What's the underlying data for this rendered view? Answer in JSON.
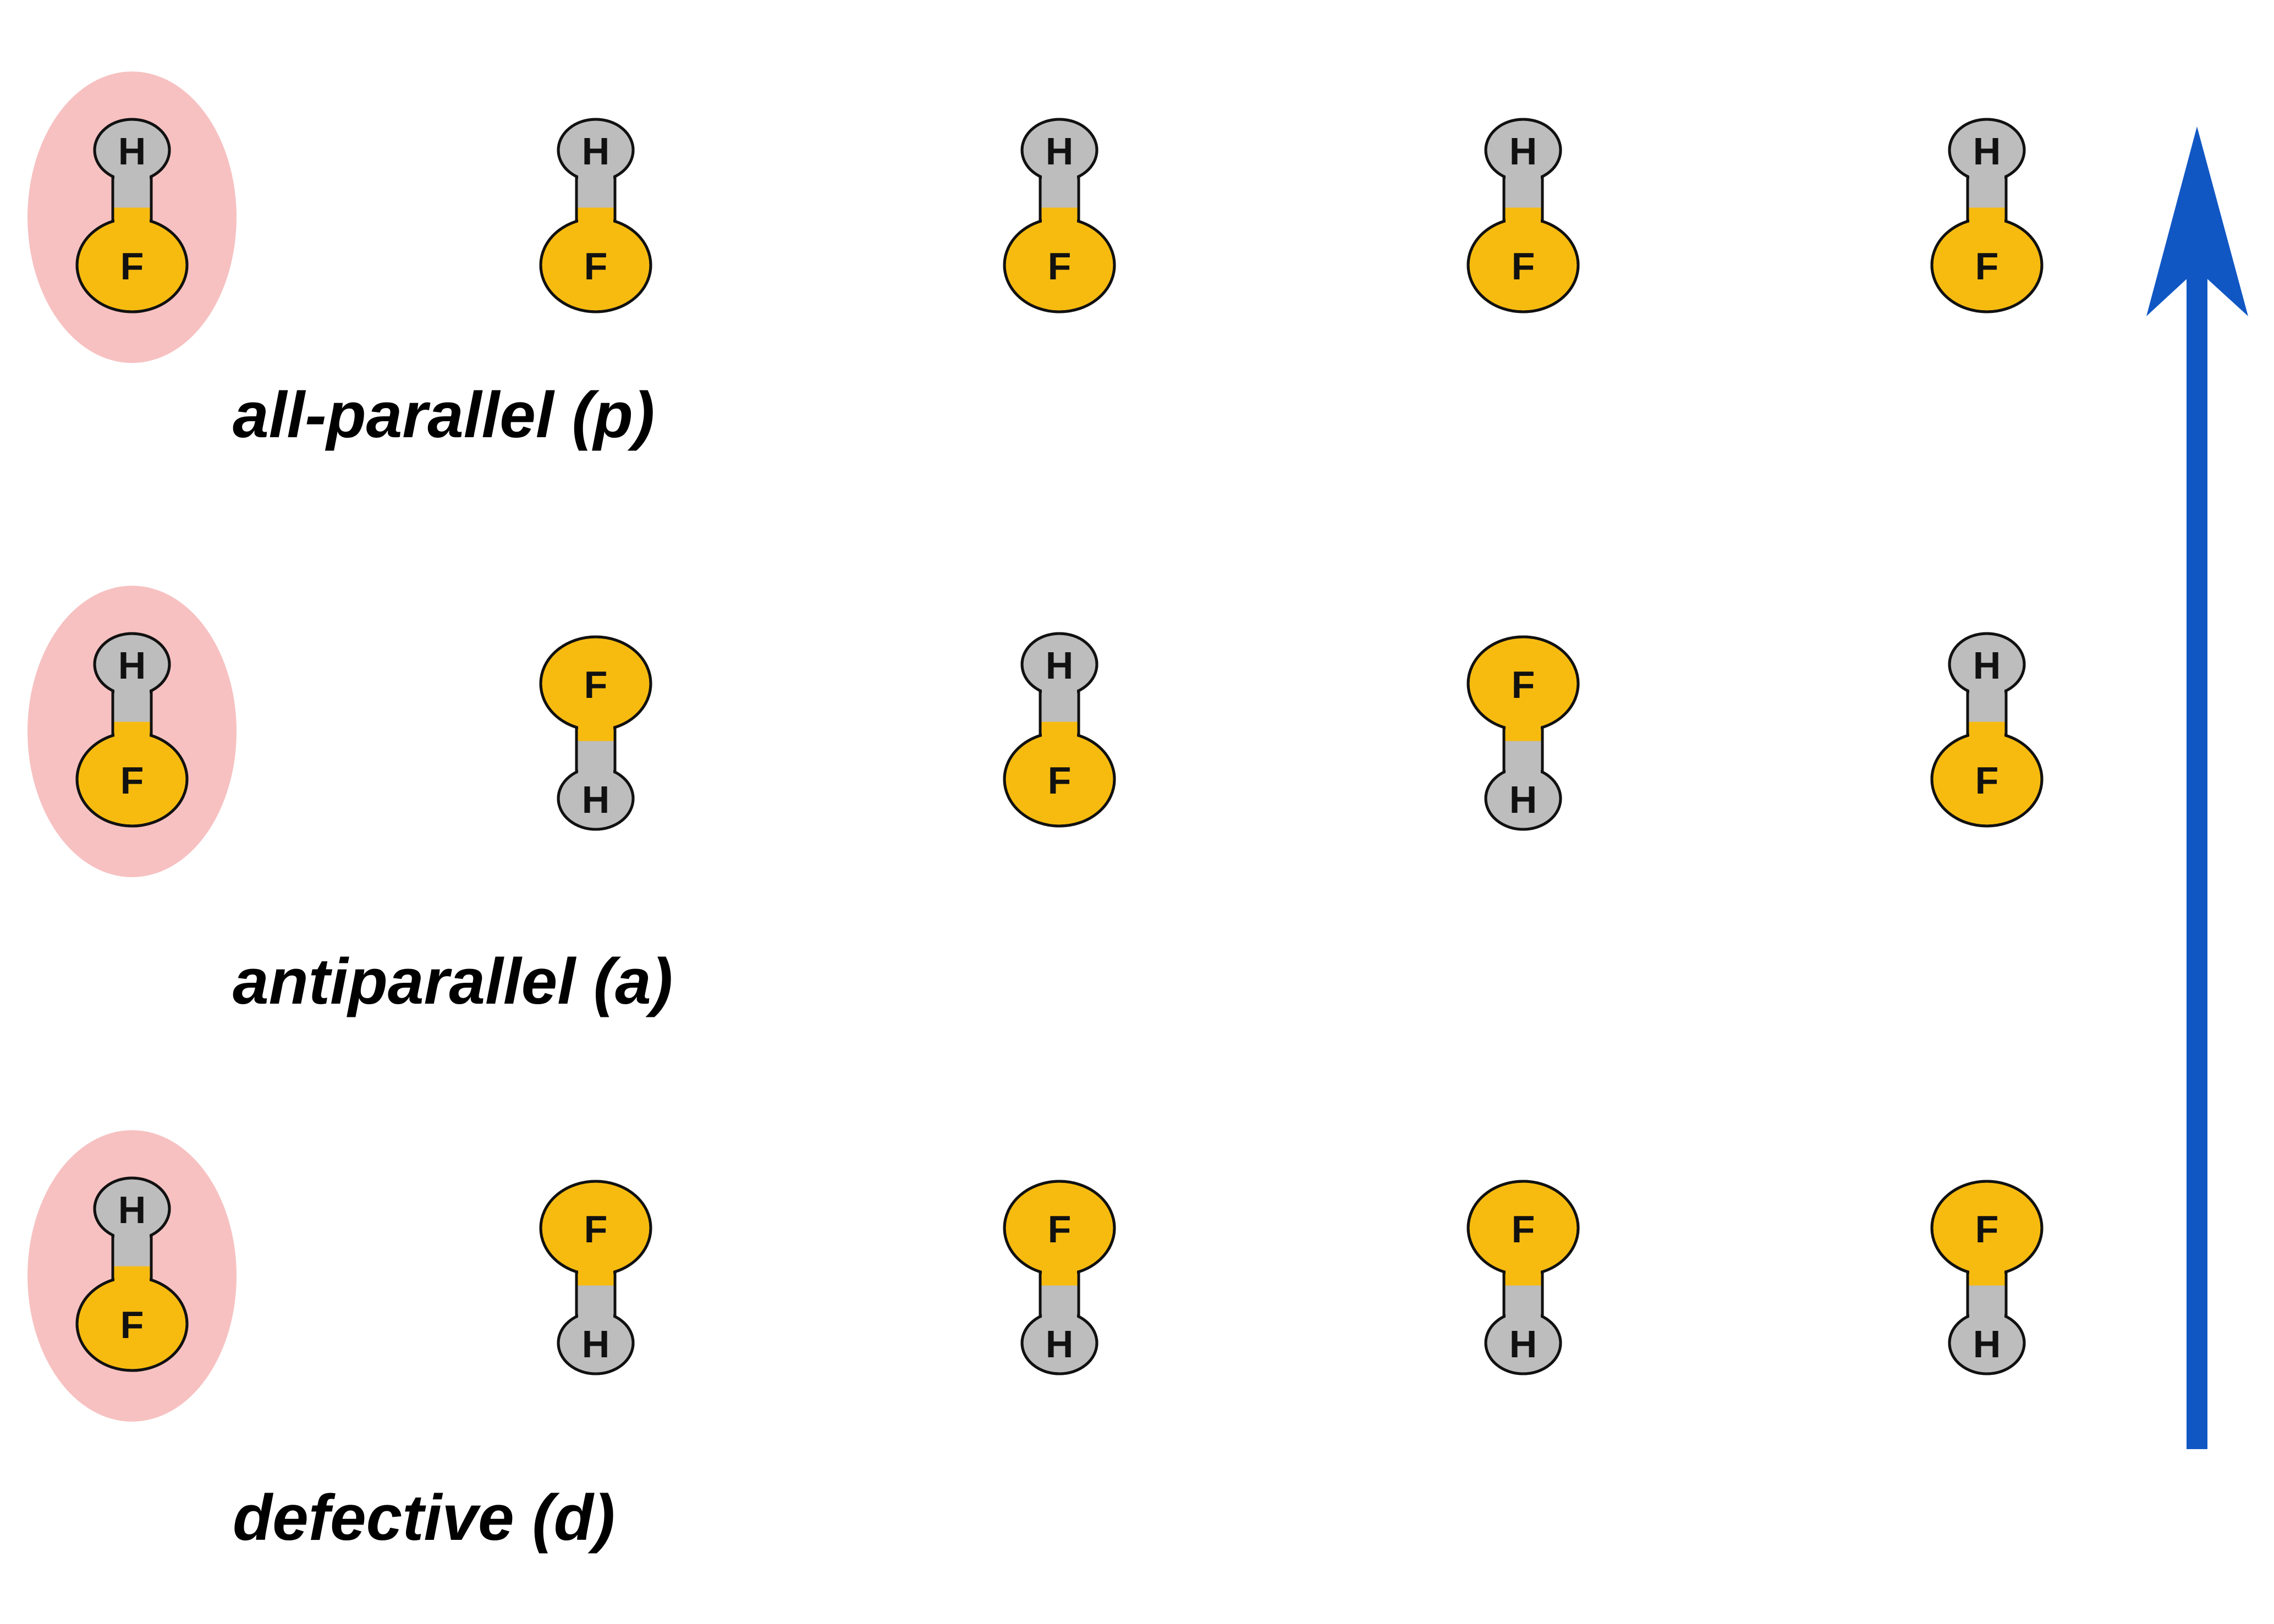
{
  "colors": {
    "hydrogen": "#bdbdbd",
    "fluorine": "#f7bb10",
    "outline": "#111111",
    "highlight": "#f7c1c1",
    "arrow": "#1157c4"
  },
  "atom_symbols": {
    "hydrogen": "H",
    "fluorine": "F"
  },
  "rows": [
    {
      "label": "all-parallel (p)",
      "molecules": [
        "up",
        "up",
        "up",
        "up",
        "up"
      ],
      "highlighted_molecule": 0
    },
    {
      "label": "antiparallel (a)",
      "molecules": [
        "up",
        "down",
        "up",
        "down",
        "up"
      ],
      "highlighted_molecule": 0
    },
    {
      "label": "defective (d)",
      "molecules": [
        "up",
        "down",
        "down",
        "down",
        "down"
      ],
      "highlighted_molecule": 0
    }
  ],
  "arrow": {
    "direction": "up",
    "icon": "arrow-up-icon"
  }
}
